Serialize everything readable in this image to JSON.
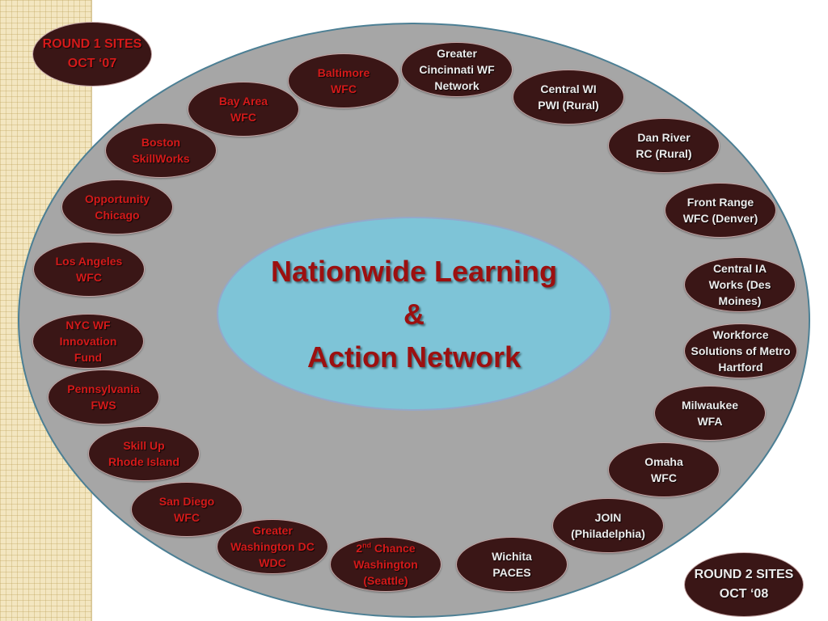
{
  "center": {
    "line1": "Nationwide Learning",
    "line2": "&",
    "line3": "Action Network"
  },
  "badges": {
    "round1": {
      "line1": "ROUND 1 SITES",
      "line2": "OCT ‘07"
    },
    "round2": {
      "line1": "ROUND 2 SITES",
      "line2": "OCT ‘08"
    }
  },
  "colors": {
    "round1_text": "#d41a1a",
    "round2_text": "#ececec",
    "node_fill": "#3a1616",
    "ring_fill": "#a6a6a6",
    "center_fill": "#7ec4d7",
    "title_text": "#9c1010"
  },
  "round1_sites": {
    "baltimore": [
      "Baltimore",
      "WFC"
    ],
    "bay_area": [
      "Bay Area",
      "WFC"
    ],
    "boston": [
      "Boston",
      "SkillWorks"
    ],
    "opportunity_chicago": [
      "Opportunity",
      "Chicago"
    ],
    "los_angeles": [
      "Los Angeles",
      "WFC"
    ],
    "nyc": [
      "NYC WF",
      "Innovation",
      "Fund"
    ],
    "pennsylvania": [
      "Pennsylvania",
      "FWS"
    ],
    "skill_up": [
      "Skill Up",
      "Rhode Island"
    ],
    "san_diego": [
      "San Diego",
      "WFC"
    ],
    "greater_washington": [
      "Greater",
      "Washington DC",
      "WDC"
    ],
    "second_chance": {
      "ordinal": "2",
      "suffix": "nd",
      "word": " Chance",
      "line2": "Washington",
      "line3": "(Seattle)"
    }
  },
  "round2_sites": {
    "cincinnati": [
      "Greater",
      "Cincinnati WF",
      "Network"
    ],
    "central_wi": [
      "Central WI",
      "PWI (Rural)"
    ],
    "dan_river": [
      "Dan River",
      "RC (Rural)"
    ],
    "front_range": [
      "Front Range",
      "WFC (Denver)"
    ],
    "central_ia": [
      "Central IA",
      "Works (Des",
      "Moines)"
    ],
    "hartford": [
      "Workforce",
      "Solutions of Metro",
      "Hartford"
    ],
    "milwaukee": [
      "Milwaukee",
      "WFA"
    ],
    "omaha": [
      "Omaha",
      "WFC"
    ],
    "join": [
      "JOIN",
      "(Philadelphia)"
    ],
    "wichita": [
      "Wichita",
      "PACES"
    ]
  }
}
